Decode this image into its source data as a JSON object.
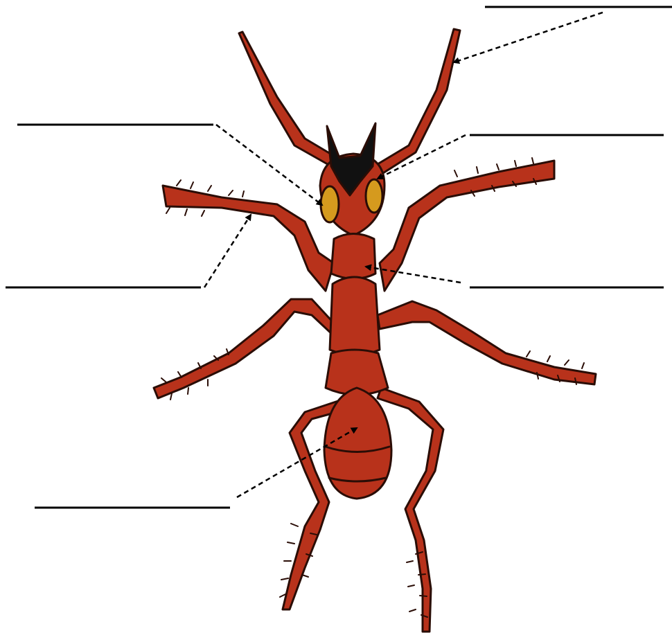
{
  "diagram": {
    "subject": "ant-anatomy-label-worksheet",
    "colors": {
      "body": "#b8321b",
      "body_dark": "#7a1f10",
      "head_top": "#111111",
      "eye": "#d59a1e",
      "outline": "#2a0d06",
      "label_line": "#000000"
    },
    "labels": [
      {
        "id": "antenna",
        "text": ""
      },
      {
        "id": "eye",
        "text": ""
      },
      {
        "id": "head",
        "text": ""
      },
      {
        "id": "leg",
        "text": ""
      },
      {
        "id": "thorax",
        "text": ""
      },
      {
        "id": "abdomen",
        "text": ""
      }
    ]
  }
}
